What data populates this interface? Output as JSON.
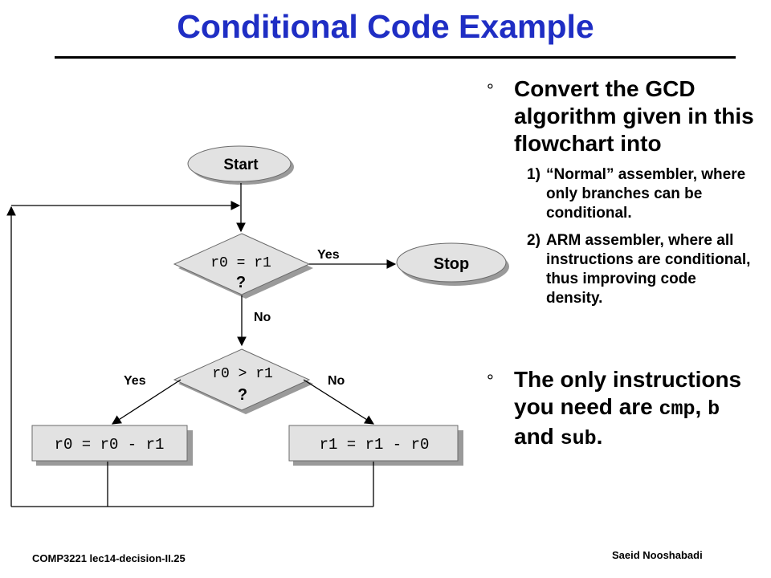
{
  "title": "Conditional Code Example",
  "flowchart": {
    "start": "Start",
    "stop": "Stop",
    "decision1": {
      "line1": "r0 = r1",
      "line2": "?"
    },
    "decision2": {
      "line1": "r0 > r1",
      "line2": "?"
    },
    "box_left": "r0 = r0 - r1",
    "box_right": "r1 = r1 - r0",
    "label_yes1": "Yes",
    "label_no1": "No",
    "label_yes2": "Yes",
    "label_no2": "No"
  },
  "bullets": {
    "b1_text": "Convert the GCD algorithm given in this flowchart into",
    "sub1_num": "1)",
    "sub1_text": "“Normal” assembler, where only branches can be conditional.",
    "sub2_num": "2)",
    "sub2_text": "ARM assembler, where all instructions are conditional, thus improving code density.",
    "b2_pre": "The only instructions you need are",
    "b2_code1": "cmp",
    "b2_sep1": ",",
    "b2_code2": "b",
    "b2_mid": "and",
    "b2_code3": "sub",
    "b2_end": ".",
    "mark": "°"
  },
  "footer": {
    "left": "COMP3221  lec14-decision-II.25",
    "right": "Saeid Nooshabadi"
  }
}
